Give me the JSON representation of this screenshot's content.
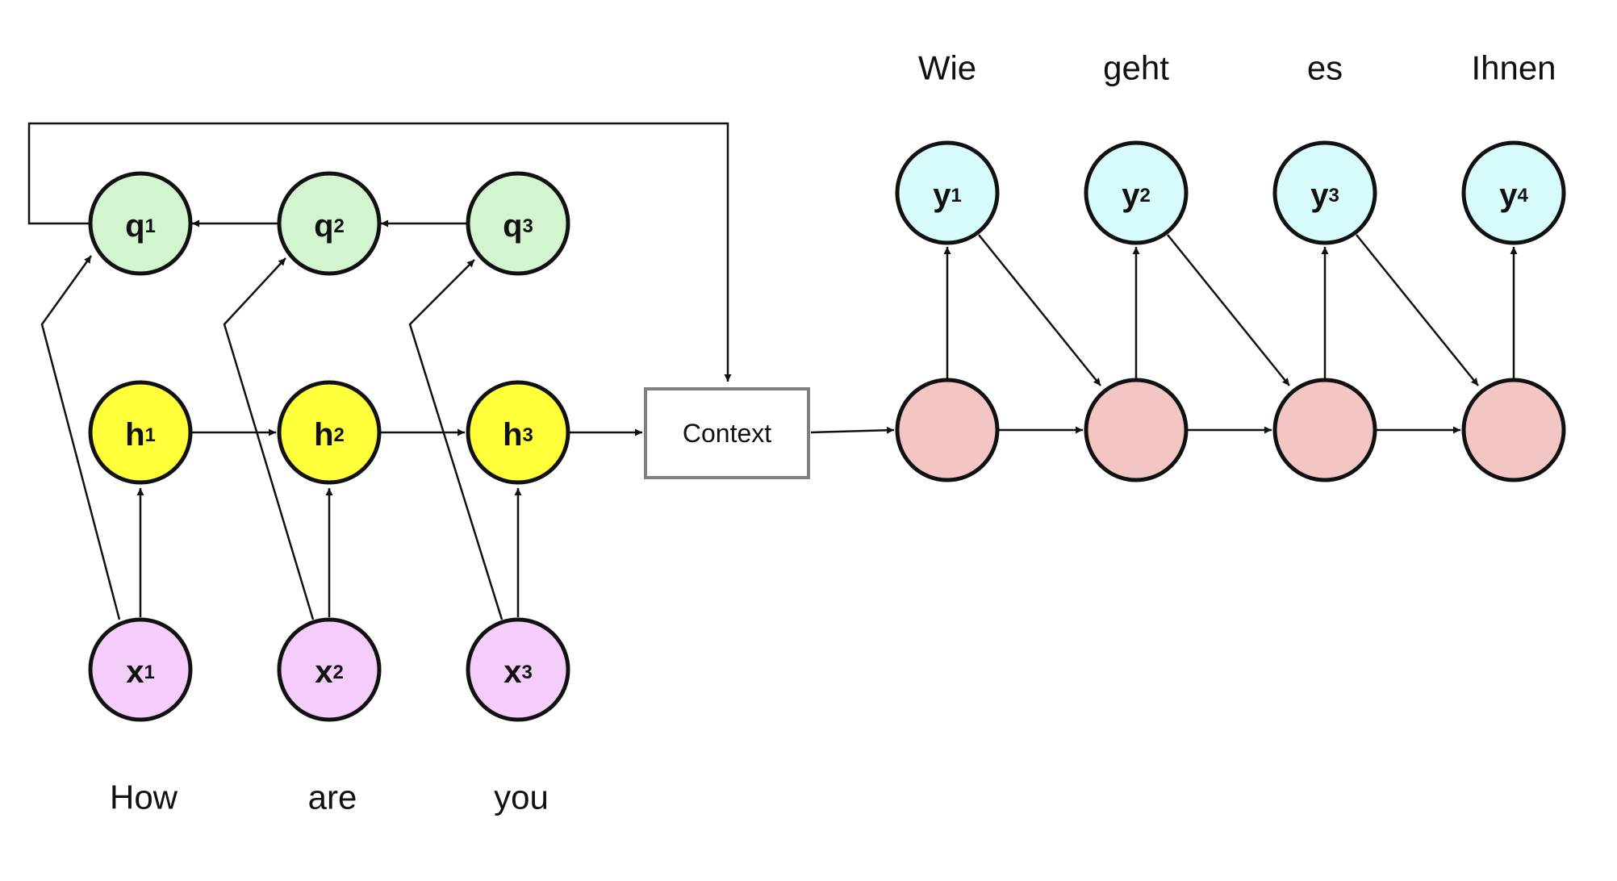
{
  "colors": {
    "q": "#d2f5cf",
    "h": "#ffff3a",
    "x": "#f5cdfa",
    "y": "#d7fbfb",
    "dec": "#f3c6c4",
    "stroke": "#111111",
    "context_border": "#808080"
  },
  "context_label": "Context",
  "encoder": {
    "input_words": [
      "How",
      "are",
      "you"
    ],
    "x_nodes": [
      {
        "var": "x",
        "sub": "1"
      },
      {
        "var": "x",
        "sub": "2"
      },
      {
        "var": "x",
        "sub": "3"
      }
    ],
    "h_nodes": [
      {
        "var": "h",
        "sub": "1"
      },
      {
        "var": "h",
        "sub": "2"
      },
      {
        "var": "h",
        "sub": "3"
      }
    ],
    "q_nodes": [
      {
        "var": "q",
        "sub": "1"
      },
      {
        "var": "q",
        "sub": "2"
      },
      {
        "var": "q",
        "sub": "3"
      }
    ]
  },
  "decoder": {
    "output_words": [
      "Wie",
      "geht",
      "es",
      "Ihnen"
    ],
    "y_nodes": [
      {
        "var": "y",
        "sub": "1"
      },
      {
        "var": "y",
        "sub": "2"
      },
      {
        "var": "y",
        "sub": "3"
      },
      {
        "var": "y",
        "sub": "4"
      }
    ],
    "state_count": 4
  }
}
